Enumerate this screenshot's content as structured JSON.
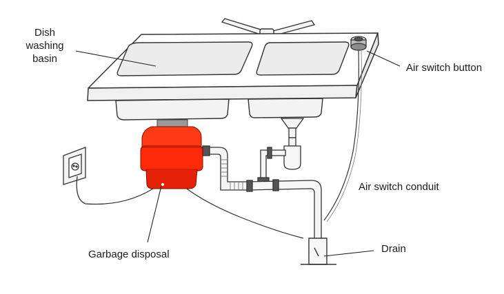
{
  "labels": {
    "basin": [
      "Dish",
      "washing",
      "basin"
    ],
    "air_switch_button": "Air switch button",
    "air_switch_conduit": "Air switch conduit",
    "garbage_disposal": "Garbage disposal",
    "drain": "Drain"
  },
  "colors": {
    "disposal": "#ff2a0a",
    "disposal_dark": "#c81800",
    "line": "#333333",
    "fill": "#f2f2f2"
  }
}
